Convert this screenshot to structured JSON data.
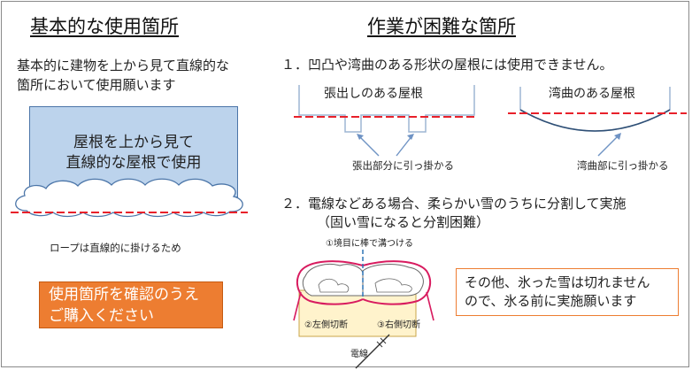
{
  "left_panel": {
    "heading": "基本的な使用箇所",
    "intro_line1": "基本的に建物を上から見て直線的な",
    "intro_line2": "箇所において使用願います",
    "roof_box_line1": "屋根を上から見て",
    "roof_box_line2": "直線的な屋根で使用",
    "rope_caption": "ロープは直線的に掛けるため",
    "notice_line1": "使用箇所を確認のうえ",
    "notice_line2": "ご購入ください"
  },
  "right_panel": {
    "heading": "作業が困難な箇所",
    "item1": {
      "text": "１．凹凸や湾曲のある形状の屋根には使用できません。",
      "overhang_label": "張出しのある屋根",
      "overhang_caption": "張出部分に引っ掛かる",
      "curved_label": "湾曲のある屋根",
      "curved_caption": "湾曲部に引っ掛かる"
    },
    "item2": {
      "line1": "２．電線などある場合、柔らかい雪のうちに分割して実施",
      "line2": "（固い雪になると分割困難）",
      "step1": "①境目に棒で溝つける",
      "step2": "②左側切断",
      "step3": "③右側切断",
      "wire_label": "電線"
    },
    "note_line1": "その他、氷った雪は切れません",
    "note_line2": "ので、氷る前に実施願います"
  },
  "colors": {
    "rope_red": "#e8202a",
    "roof_blue_fill": "#bcd3ec",
    "roof_blue_stroke": "#4b75a8",
    "accent_orange": "#ed7d31",
    "guide_blue": "#2e75b6"
  }
}
